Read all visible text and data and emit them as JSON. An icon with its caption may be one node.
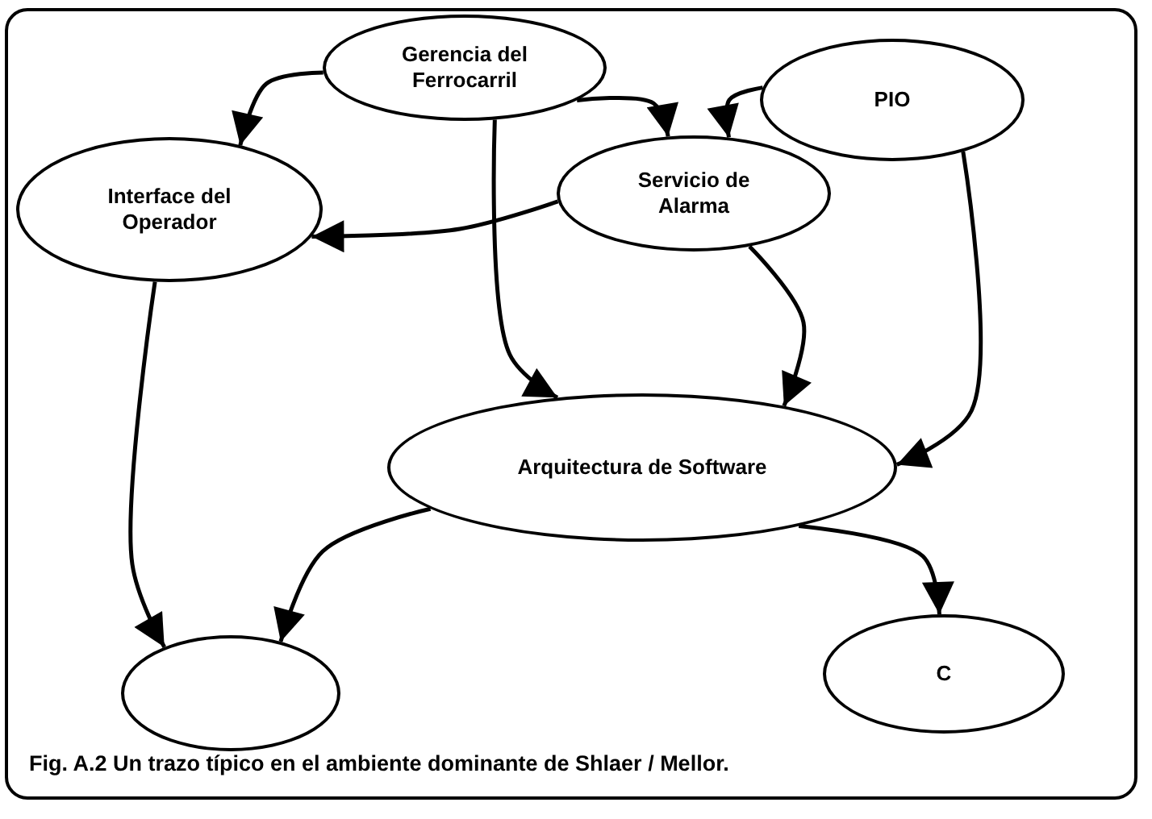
{
  "diagram": {
    "caption": "Fig. A.2 Un trazo típico en el ambiente dominante de Shlaer / Mellor.",
    "nodes": [
      {
        "text": [
          "Gerencia del Ferrocarril"
        ]
      },
      {
        "text": [
          "PIO"
        ]
      },
      {
        "text": [
          "Interface del Operador"
        ]
      },
      {
        "text": [
          "Servicio de Alarma"
        ]
      },
      {
        "text": [
          "Arquitectura de Software"
        ]
      },
      {
        "text": [],
        "shape": "ellipse"
      },
      {
        "text": [
          "C"
        ]
      }
    ],
    "edges": [
      {
        "from": 0,
        "to": 2,
        "arrow": "to"
      },
      {
        "from": 0,
        "to": 3,
        "arrow": "to"
      },
      {
        "from": 1,
        "to": 3,
        "arrow": "to"
      },
      {
        "from": 3,
        "to": 2,
        "arrow": "to"
      },
      {
        "from": 0,
        "to": 4,
        "arrow": "to"
      },
      {
        "from": 3,
        "to": 4,
        "arrow": "to"
      },
      {
        "from": 1,
        "to": 4,
        "arrow": "to"
      },
      {
        "from": 2,
        "to": 5,
        "arrow": "to"
      },
      {
        "from": 4,
        "to": 5,
        "arrow": "to"
      },
      {
        "from": 4,
        "to": 6,
        "arrow": "to"
      }
    ]
  }
}
